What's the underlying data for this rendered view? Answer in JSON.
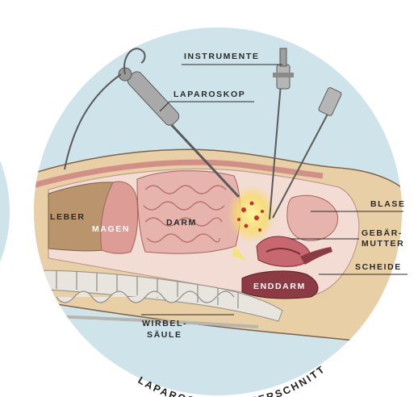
{
  "labels": {
    "instrumente": "INSTRUMENTE",
    "laparoskop": "LAPAROSKOP",
    "blase": "BLASE",
    "leber": "LEBER",
    "magen": "MAGEN",
    "darm": "DARM",
    "gebaermutter_line1": "GEBÄR-",
    "gebaermutter_line2": "MUTTER",
    "scheide": "SCHEIDE",
    "enddarm": "ENDDARM",
    "wirbelsaeule_line1": "WIRBEL-",
    "wirbelsaeule_line2": "SÄULE"
  },
  "title": "LAPAROSKOPIE QUERSCHNITT",
  "colors": {
    "circle_bg": "#cfe4ea",
    "skin": "#e9cfa6",
    "organ_pink": "#e7b4ad",
    "organ_dark": "#8c3a44",
    "liver": "#b9946c",
    "bone": "#e8e5df",
    "bone_shadow": "#8f8c86",
    "bleed": "#d33a3a",
    "glow": "#f3e37a"
  }
}
